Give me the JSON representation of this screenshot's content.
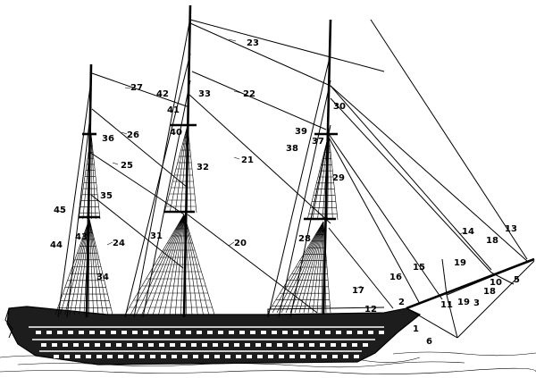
{
  "figure": {
    "kind": "line illustration of a three-masted sailing warship with numbered rigging callouts"
  },
  "callouts": [
    {
      "id": "c1",
      "text": "1"
    },
    {
      "id": "c2",
      "text": "2"
    },
    {
      "id": "c3",
      "text": "3"
    },
    {
      "id": "c5",
      "text": "5"
    },
    {
      "id": "c6",
      "text": "6"
    },
    {
      "id": "c10",
      "text": "10"
    },
    {
      "id": "c11",
      "text": "11"
    },
    {
      "id": "c12",
      "text": "12"
    },
    {
      "id": "c13",
      "text": "13"
    },
    {
      "id": "c14",
      "text": "14"
    },
    {
      "id": "c15",
      "text": "15"
    },
    {
      "id": "c16",
      "text": "16"
    },
    {
      "id": "c17",
      "text": "17"
    },
    {
      "id": "c18",
      "text": "18"
    },
    {
      "id": "c18b",
      "text": "18"
    },
    {
      "id": "c19",
      "text": "19"
    },
    {
      "id": "c19b",
      "text": "19"
    },
    {
      "id": "c20",
      "text": "20"
    },
    {
      "id": "c21",
      "text": "21"
    },
    {
      "id": "c22",
      "text": "22"
    },
    {
      "id": "c23",
      "text": "23"
    },
    {
      "id": "c24",
      "text": "24"
    },
    {
      "id": "c25",
      "text": "25"
    },
    {
      "id": "c26",
      "text": "26"
    },
    {
      "id": "c27",
      "text": "27"
    },
    {
      "id": "c28",
      "text": "28"
    },
    {
      "id": "c29",
      "text": "29"
    },
    {
      "id": "c30",
      "text": "30"
    },
    {
      "id": "c31",
      "text": "31"
    },
    {
      "id": "c32",
      "text": "32"
    },
    {
      "id": "c33",
      "text": "33"
    },
    {
      "id": "c34",
      "text": "34"
    },
    {
      "id": "c35",
      "text": "35"
    },
    {
      "id": "c36",
      "text": "36"
    },
    {
      "id": "c37",
      "text": "37"
    },
    {
      "id": "c38",
      "text": "38"
    },
    {
      "id": "c39",
      "text": "39"
    },
    {
      "id": "c40",
      "text": "40"
    },
    {
      "id": "c41",
      "text": "41"
    },
    {
      "id": "c42",
      "text": "42"
    },
    {
      "id": "c43",
      "text": "43"
    },
    {
      "id": "c44",
      "text": "44"
    },
    {
      "id": "c45",
      "text": "45"
    }
  ]
}
